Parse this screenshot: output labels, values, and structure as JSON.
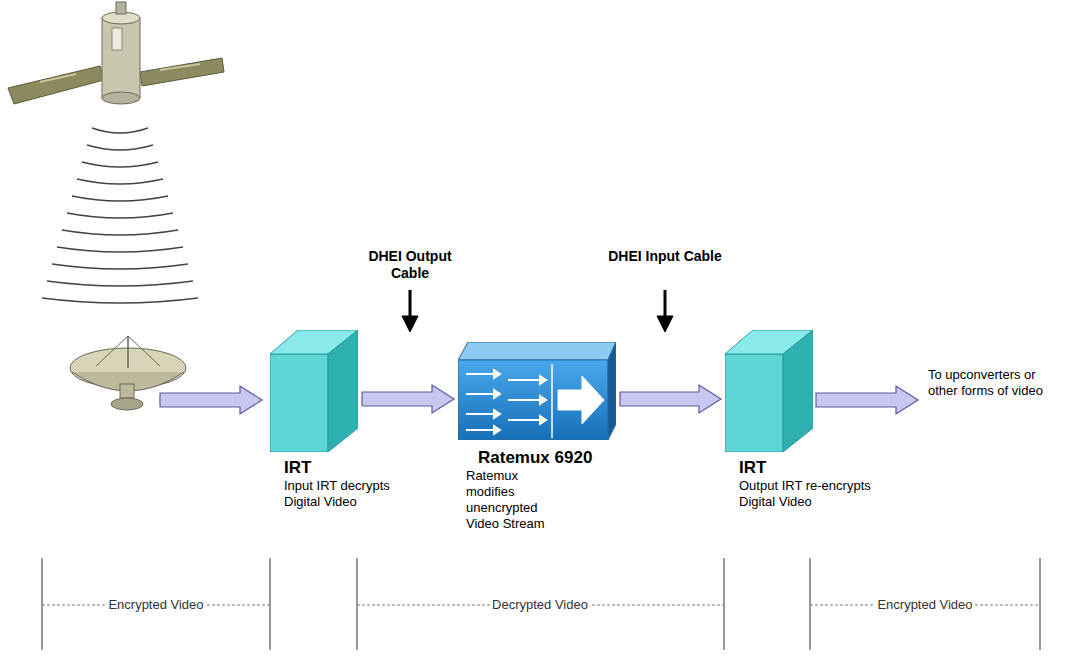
{
  "diagram": {
    "nodes": [
      {
        "text": [
          "IRT",
          "Input IRT decrypts Digital Video"
        ]
      },
      {
        "text": [
          "Ratemux 6920",
          "Ratemux modifies unencrypted Video Stream"
        ]
      },
      {
        "text": [
          "IRT",
          "Output IRT re-encrypts Digital Video"
        ]
      }
    ],
    "edges": [
      {
        "from": 0,
        "to": 1,
        "arrow": "to"
      },
      {
        "from": 1,
        "to": 2,
        "arrow": "to"
      }
    ],
    "labels": [
      "DHEI Output Cable",
      "DHEI Input Cable",
      "To upconverters or other forms of video",
      "Encrypted Video",
      "Decrypted Video",
      "Encrypted Video"
    ]
  }
}
